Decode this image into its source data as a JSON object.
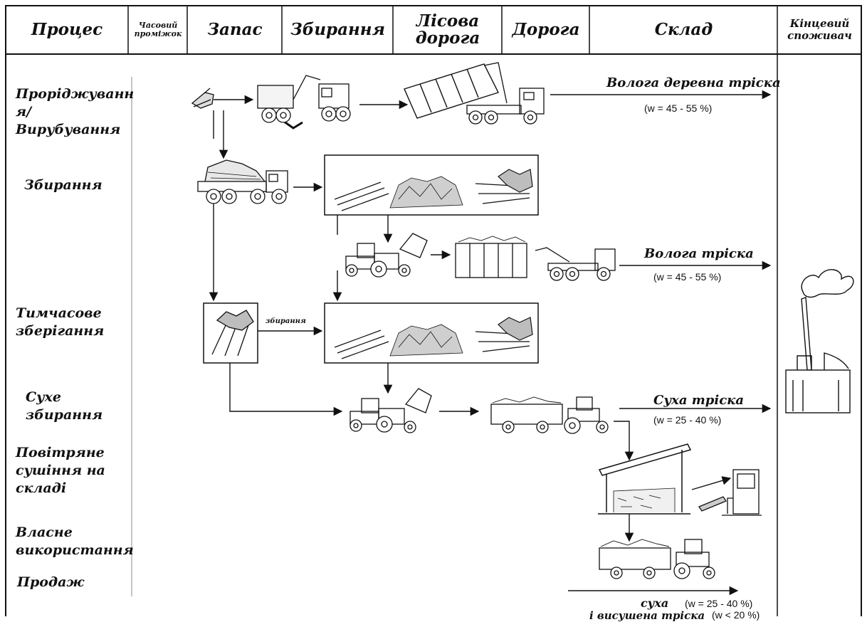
{
  "header": {
    "process": "Процес",
    "timespan": "Часовий проміжок",
    "stock": "Запас",
    "harvest": "Збирання",
    "forest_road": "Лісова дорога",
    "road": "Дорога",
    "storage": "Склад",
    "end_user": "Кінцевий споживач"
  },
  "processes": [
    "Проріджуванн я/Вирубування",
    "Збирання",
    "Тимчасове зберігання",
    "Сухе збирання",
    "Повітряне сушіння на складі",
    "Власне використання",
    "Продаж"
  ],
  "outputs": {
    "wet_wood_chips": {
      "label": "Волога деревна тріска",
      "moisture": "(w = 45 - 55 %)"
    },
    "wet_chips": {
      "label": "Волога тріска",
      "moisture": "(w = 45 - 55 %)"
    },
    "dry_chips": {
      "label": "Суха тріска",
      "moisture": "(w = 25 - 40 %)"
    },
    "final_line1": "суха",
    "final_moisture1": "(w = 25 - 40 %)",
    "final_line2": "і висушена тріска",
    "final_moisture2": "(w < 20 %)"
  },
  "small_label": "збирання"
}
